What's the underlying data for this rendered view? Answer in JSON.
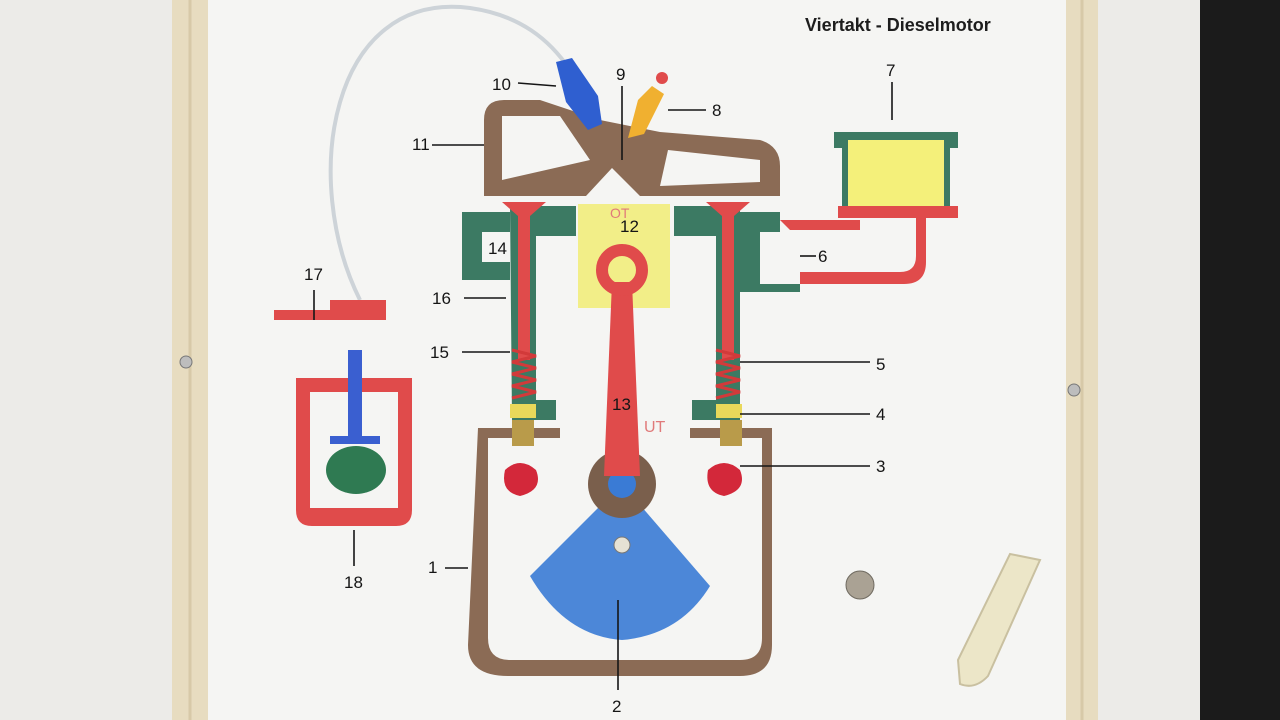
{
  "title": "Viertakt - Dieselmotor",
  "colors": {
    "background_wall": "#ecebe8",
    "board": "#f5f5f3",
    "frame": "#e7dcc0",
    "crankcase": "#8b6b55",
    "valve_red": "#e04b4b",
    "cylinder_green": "#3c7a63",
    "cylinder_yellow": "#f1ec74",
    "flywheel_blue": "#3a7bd5",
    "filter_yellow": "#f4f07a",
    "dark_edge": "#111111"
  },
  "diagram": {
    "labels": [
      {
        "id": "1",
        "text": "1"
      },
      {
        "id": "2",
        "text": "2"
      },
      {
        "id": "3",
        "text": "3"
      },
      {
        "id": "4",
        "text": "4"
      },
      {
        "id": "5",
        "text": "5"
      },
      {
        "id": "6",
        "text": "6"
      },
      {
        "id": "7",
        "text": "7"
      },
      {
        "id": "8",
        "text": "8"
      },
      {
        "id": "9",
        "text": "9"
      },
      {
        "id": "10",
        "text": "10"
      },
      {
        "id": "11",
        "text": "11"
      },
      {
        "id": "12",
        "text": "12"
      },
      {
        "id": "13",
        "text": "13"
      },
      {
        "id": "14",
        "text": "14"
      },
      {
        "id": "15",
        "text": "15"
      },
      {
        "id": "16",
        "text": "16"
      },
      {
        "id": "17",
        "text": "17"
      },
      {
        "id": "18",
        "text": "18"
      }
    ],
    "annotations": {
      "ut": "UT",
      "ot": "OT"
    }
  }
}
